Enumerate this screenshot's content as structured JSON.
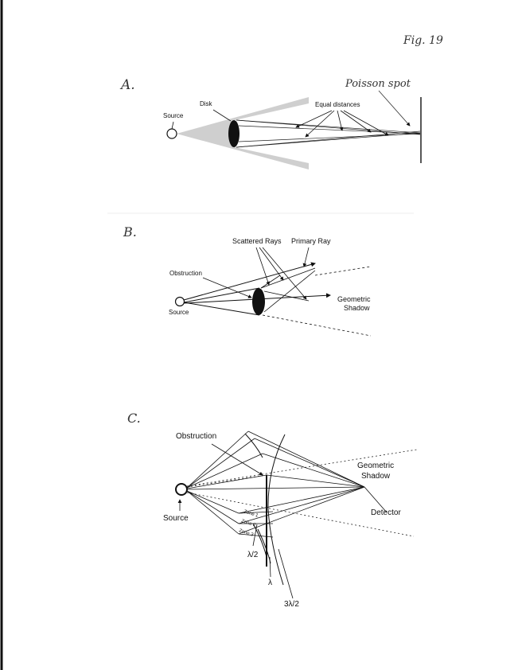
{
  "page": {
    "fig_label": "Fig. 19"
  },
  "panel_a": {
    "letter": "A.",
    "source": "Source",
    "disk": "Disk",
    "equal_distances": "Equal distances",
    "poisson_spot": "Poisson spot"
  },
  "panel_b": {
    "letter": "B.",
    "scattered_rays": "Scattered Rays",
    "primary_ray": "Primary Ray",
    "obstruction": "Obstruction",
    "source": "Source",
    "geometric": "Geometric",
    "shadow": "Shadow"
  },
  "panel_c": {
    "letter": "C.",
    "obstruction": "Obstruction",
    "geometric": "Geometric",
    "shadow": "Shadow",
    "source": "Source",
    "detector": "Detector",
    "zone1": "Zone 1",
    "zone2": "Zone 2",
    "zone3": "Zone 3",
    "half_lambda": "λ/2",
    "lambda": "λ",
    "three_half_lambda": "3λ/2"
  }
}
